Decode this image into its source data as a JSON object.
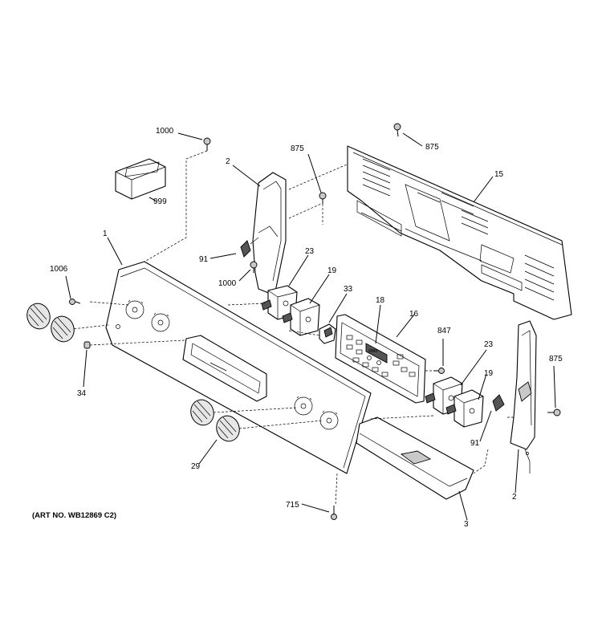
{
  "callouts": {
    "c1000_top": "1000",
    "c999": "999",
    "c2_left": "2",
    "c875_mid": "875",
    "c875_top": "875",
    "c15": "15",
    "c1": "1",
    "c91_left": "91",
    "c1000_mid": "1000",
    "c23_left": "23",
    "c19_left": "19",
    "c33": "33",
    "c18": "18",
    "c16": "16",
    "c1006": "1006",
    "c847": "847",
    "c875_right": "875",
    "c34": "34",
    "c23_right": "23",
    "c19_right": "19",
    "c91_right": "91",
    "c29": "29",
    "c2_right": "2",
    "c715": "715",
    "c3": "3"
  },
  "art_number": "(ART NO. WB12869 C2)"
}
